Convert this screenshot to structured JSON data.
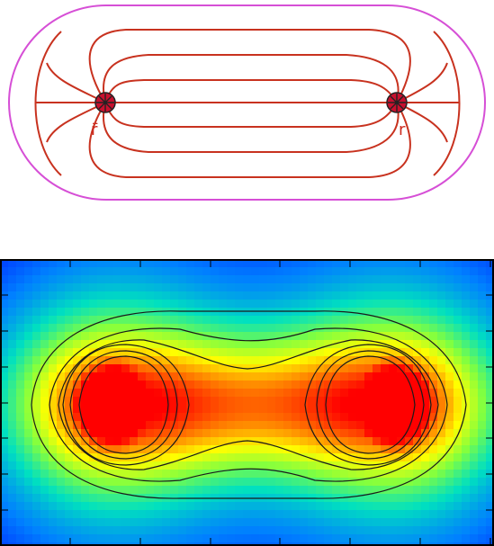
{
  "flux_tube_diagram": {
    "labels": {
      "antiquark": "r̄",
      "quark": "r"
    },
    "colors": {
      "boundary": "#d64fd6",
      "field_lines": "#c8321f",
      "charge": "#c8102e"
    }
  },
  "density_plot": {
    "colormap": [
      "#0000ff",
      "#0080ff",
      "#00e0c0",
      "#80ff40",
      "#ffff00",
      "#ff8000",
      "#ff0000"
    ],
    "contour_color": "#1a1a1a",
    "frame_color": "#000000",
    "x_ticks": 7,
    "y_ticks": 7
  }
}
